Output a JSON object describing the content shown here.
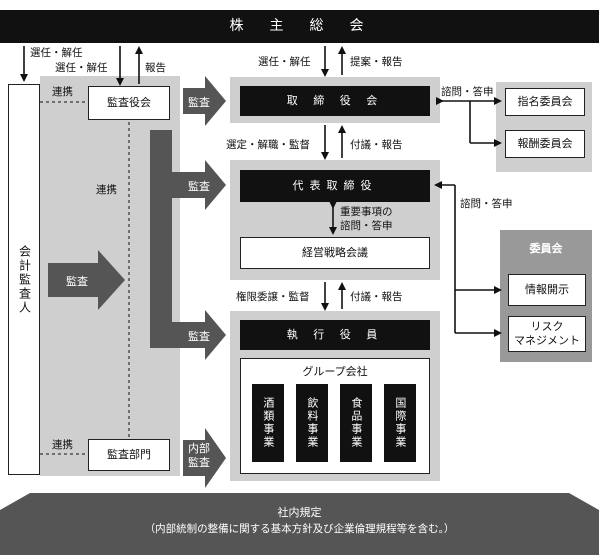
{
  "shareholders": "株　主　総　会",
  "auditor": "会計監査人",
  "audit_board": "監査役会",
  "board": "取 締 役 会",
  "representative": "代表取締役",
  "strategy_meeting": "経営戦略会議",
  "executive": "執 行 役 員",
  "group": {
    "title": "グループ会社",
    "items": [
      "酒類事業",
      "飲料事業",
      "食品事業",
      "国際事業"
    ]
  },
  "audit_dept": "監査部門",
  "nomination": "指名委員会",
  "compensation": "報酬委員会",
  "committee": {
    "title": "委員会",
    "disclosure": "情報開示",
    "risk": "リスク\nマネジメント"
  },
  "rules": {
    "title": "社内規定",
    "subtitle": "（内部統制の整備に関する基本方針及び企業倫理規程等を含む。）"
  },
  "labels": {
    "elect_dismiss_1": "選任・解任",
    "elect_dismiss_2": "選任・解任",
    "report_1": "報告",
    "elect_dismiss_3": "選任・解任",
    "propose_report": "提案・報告",
    "renkei_1": "連携",
    "kansa_1": "監査",
    "consult_answer_1": "諮問・答申",
    "select_supervise": "選定・解職・監督",
    "discuss_report_1": "付議・報告",
    "renkei_2": "連携",
    "kansa_2": "監査",
    "important_consult": "重要事項の\n諮問・答申",
    "consult_answer_2": "諮問・答申",
    "kansa_3": "監査",
    "delegate_supervise": "権限委譲・監督",
    "discuss_report_2": "付議・報告",
    "kansa_4": "監査",
    "renkei_3": "連携",
    "internal_audit": "内部\n監査"
  },
  "colors": {
    "dark": "#111111",
    "mid": "#555555",
    "light": "#cfcfcf"
  }
}
